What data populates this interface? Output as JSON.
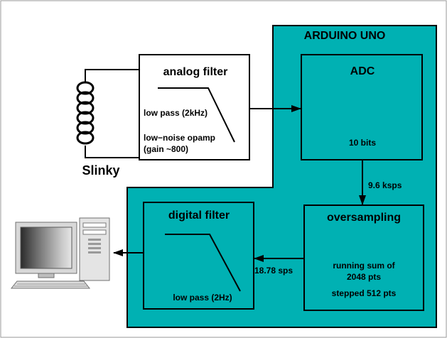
{
  "colors": {
    "board_fill": "#00b1b3",
    "line": "#000000",
    "background": "#ffffff"
  },
  "board": {
    "title": "ARDUINO UNO"
  },
  "sensor": {
    "label": "Slinky",
    "icon": "coil-icon"
  },
  "analog_filter": {
    "title": "analog filter",
    "lowpass": "low pass (2kHz)",
    "opamp_line1": "low−noise opamp",
    "opamp_line2": "(gain ~800)"
  },
  "adc": {
    "title": "ADC",
    "bits": "10 bits"
  },
  "adc_to_oversampling_rate": "9.6 ksps",
  "oversampling": {
    "title": "oversampling",
    "line1": "running sum of",
    "line2": "2048 pts",
    "line3": "stepped 512 pts"
  },
  "oversampling_to_digital_rate": "18.78 sps",
  "digital_filter": {
    "title": "digital filter",
    "lowpass": "low pass (2Hz)"
  },
  "computer": {
    "icon": "desktop-computer-icon"
  }
}
